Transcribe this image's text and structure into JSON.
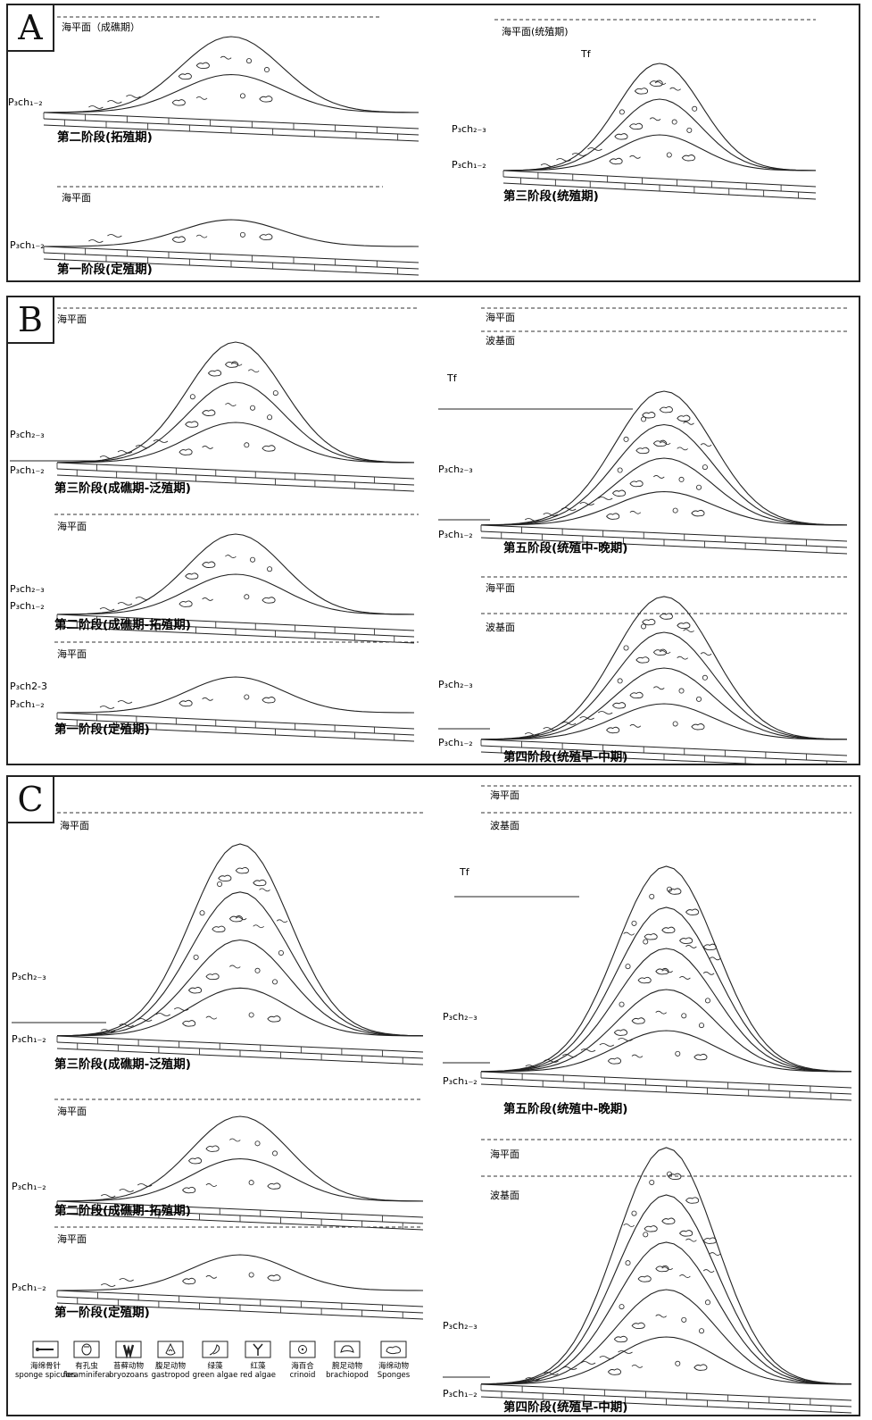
{
  "panels": [
    {
      "letter": "A",
      "labels": {
        "sea_a": "海平面（成礁期）",
        "stage_a": "第二阶段(拓殖期)",
        "unit_a1": "P₃ch₁₋₂",
        "sea_b": "海平面",
        "stage_b": "第一阶段(定殖期)",
        "unit_b1": "P₃ch₁₋₂",
        "sea_c": "海平面(统殖期)",
        "tf_c": "Tf",
        "unit_c1": "P₃ch₂₋₃",
        "unit_c2": "P₃ch₁₋₂",
        "stage_c": "第三阶段(统殖期)"
      }
    },
    {
      "letter": "B",
      "labels": {
        "sea_a": "海平面",
        "unit_a1": "P₃ch₂₋₃",
        "unit_a2": "P₃ch₁₋₂",
        "stage_a": "第三阶段(成礁期-泛殖期)",
        "sea_b": "海平面",
        "unit_b1": "P₃ch₂₋₃",
        "unit_b2": "P₃ch₁₋₂",
        "stage_b": "第二阶段(成礁期-拓殖期)",
        "sea_c": "海平面",
        "unit_c1": "P₃ch2-3",
        "unit_c2": "P₃ch₁₋₂",
        "stage_c": "第一阶段(定殖期)",
        "sea_d": "海平面",
        "wave_d": "波基面",
        "tf_d": "Tf",
        "unit_d1": "P₃ch₂₋₃",
        "unit_d2": "P₃ch₁₋₂",
        "stage_d": "第五阶段(统殖中-晚期)",
        "sea_e": "海平面",
        "wave_e": "波基面",
        "unit_e1": "P₃ch₂₋₃",
        "unit_e2": "P₃ch₁₋₂",
        "stage_e": "第四阶段(统殖早-中期)"
      }
    },
    {
      "letter": "C",
      "labels": {
        "sea_a": "海平面",
        "unit_a1": "P₃ch₂₋₃",
        "unit_a2": "P₃ch₁₋₂",
        "stage_a": "第三阶段(成礁期-泛殖期)",
        "sea_b": "海平面",
        "unit_b1": "P₃ch₁₋₂",
        "stage_b": "第二阶段(成礁期-拓殖期)",
        "sea_c": "海平面",
        "unit_c1": "P₃ch₁₋₂",
        "stage_c": "第一阶段(定殖期)",
        "sea_d": "海平面",
        "wave_d": "波基面",
        "tf_d": "Tf",
        "unit_d1": "P₃ch₂₋₃",
        "unit_d2": "P₃ch₁₋₂",
        "stage_d": "第五阶段(统殖中-晚期)",
        "sea_e": "海平面",
        "wave_e": "波基面",
        "unit_e1": "P₃ch₂₋₃",
        "unit_e2": "P₃ch₁₋₂",
        "stage_e": "第四阶段(统殖早-中期)"
      }
    }
  ],
  "legend": [
    {
      "cn": "海绵骨针",
      "en": "sponge spicules",
      "icon": "spicule-icon"
    },
    {
      "cn": "有孔虫",
      "en": "foraminifera",
      "icon": "foraminifera-icon"
    },
    {
      "cn": "苔藓动物",
      "en": "bryozoans",
      "icon": "bryozoan-icon"
    },
    {
      "cn": "腹足动物",
      "en": "gastropod",
      "icon": "gastropod-icon"
    },
    {
      "cn": "绿藻",
      "en": "green algae",
      "icon": "green-algae-icon"
    },
    {
      "cn": "红藻",
      "en": "red algae",
      "icon": "red-algae-icon"
    },
    {
      "cn": "海百合",
      "en": "crinoid",
      "icon": "crinoid-icon"
    },
    {
      "cn": "腕足动物",
      "en": "brachiopod",
      "icon": "brachiopod-icon"
    },
    {
      "cn": "海绵动物",
      "en": "Sponges",
      "icon": "sponge-icon"
    }
  ]
}
